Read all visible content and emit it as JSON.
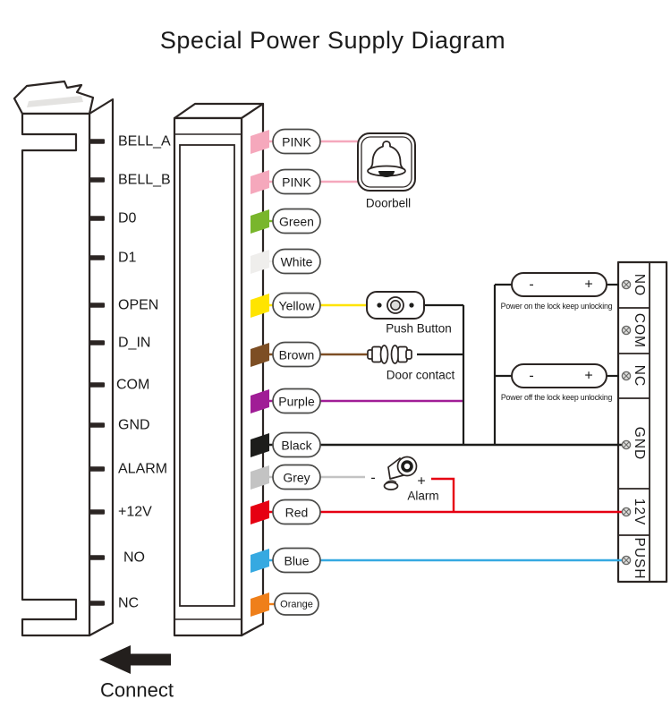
{
  "title": {
    "text": "Special Power Supply Diagram",
    "color": "#5cb832"
  },
  "left_panel": {
    "pins": [
      "BELL_A",
      "BELL_B",
      "D0",
      "D1",
      "OPEN",
      "D_IN",
      "COM",
      "GND",
      "ALARM",
      "+12V",
      "NO",
      "NC"
    ]
  },
  "wires": [
    {
      "label": "PINK",
      "color": "#f5a8bc"
    },
    {
      "label": "PINK",
      "color": "#f5a8bc"
    },
    {
      "label": "Green",
      "color": "#79b62c"
    },
    {
      "label": "White",
      "color": "#efeeec"
    },
    {
      "label": "Yellow",
      "color": "#ffe400"
    },
    {
      "label": "Brown",
      "color": "#7d4e24"
    },
    {
      "label": "Purple",
      "color": "#a01d96"
    },
    {
      "label": "Black",
      "color": "#1d1d1b"
    },
    {
      "label": "Grey",
      "color": "#c3c3c3"
    },
    {
      "label": "Red",
      "color": "#e60012"
    },
    {
      "label": "Blue",
      "color": "#36a9e1"
    },
    {
      "label": "Orange",
      "color": "#ef7f1a"
    }
  ],
  "devices": {
    "doorbell": {
      "caption": "Doorbell"
    },
    "push_button": {
      "caption": "Push Button"
    },
    "door_contact": {
      "caption": "Door contact"
    },
    "alarm": {
      "caption": "Alarm",
      "minus": "-",
      "plus": "+"
    }
  },
  "locks": [
    {
      "minus": "-",
      "plus": "+",
      "caption": "Power on the lock keep unlocking"
    },
    {
      "minus": "-",
      "plus": "+",
      "caption": "Power off the lock keep unlocking"
    }
  ],
  "terminal_block": {
    "labels": [
      "NO",
      "COM",
      "NC",
      "GND",
      "12V",
      "PUSH"
    ]
  },
  "footer": {
    "connect_label": "Connect"
  }
}
